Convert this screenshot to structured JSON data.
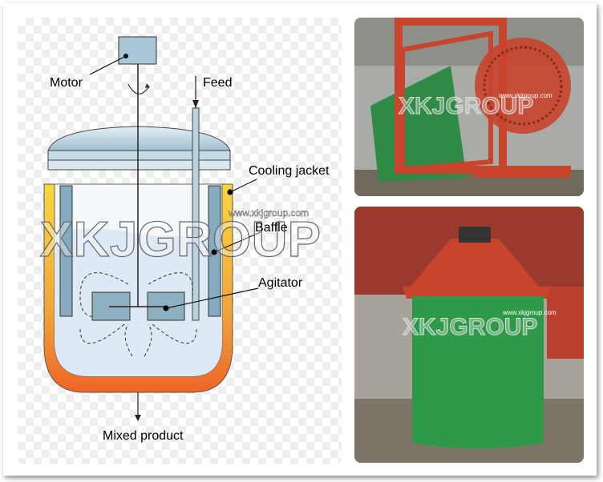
{
  "diagram": {
    "labels": {
      "motor": "Motor",
      "feed": "Feed",
      "cooling_jacket": "Cooling jacket",
      "baffle": "Baffle",
      "agitator": "Agitator",
      "mixed_product": "Mixed product"
    },
    "watermark": "XKJGROUP",
    "website": "www.xkjgroup.com"
  },
  "photos": {
    "top": {
      "watermark": "XKJGROUP",
      "website": "www.xkjgroup.com"
    },
    "bottom": {
      "watermark": "XKJGROUP",
      "website": "www.xkjgroup.com"
    }
  },
  "colors": {
    "jacket_top": "#f5d23a",
    "jacket_bottom": "#ef6a2a",
    "vessel": "#b8d3e0",
    "baffle": "#7fa8bd",
    "machine_red": "#c8442c",
    "tank_green": "#2e9a48"
  }
}
